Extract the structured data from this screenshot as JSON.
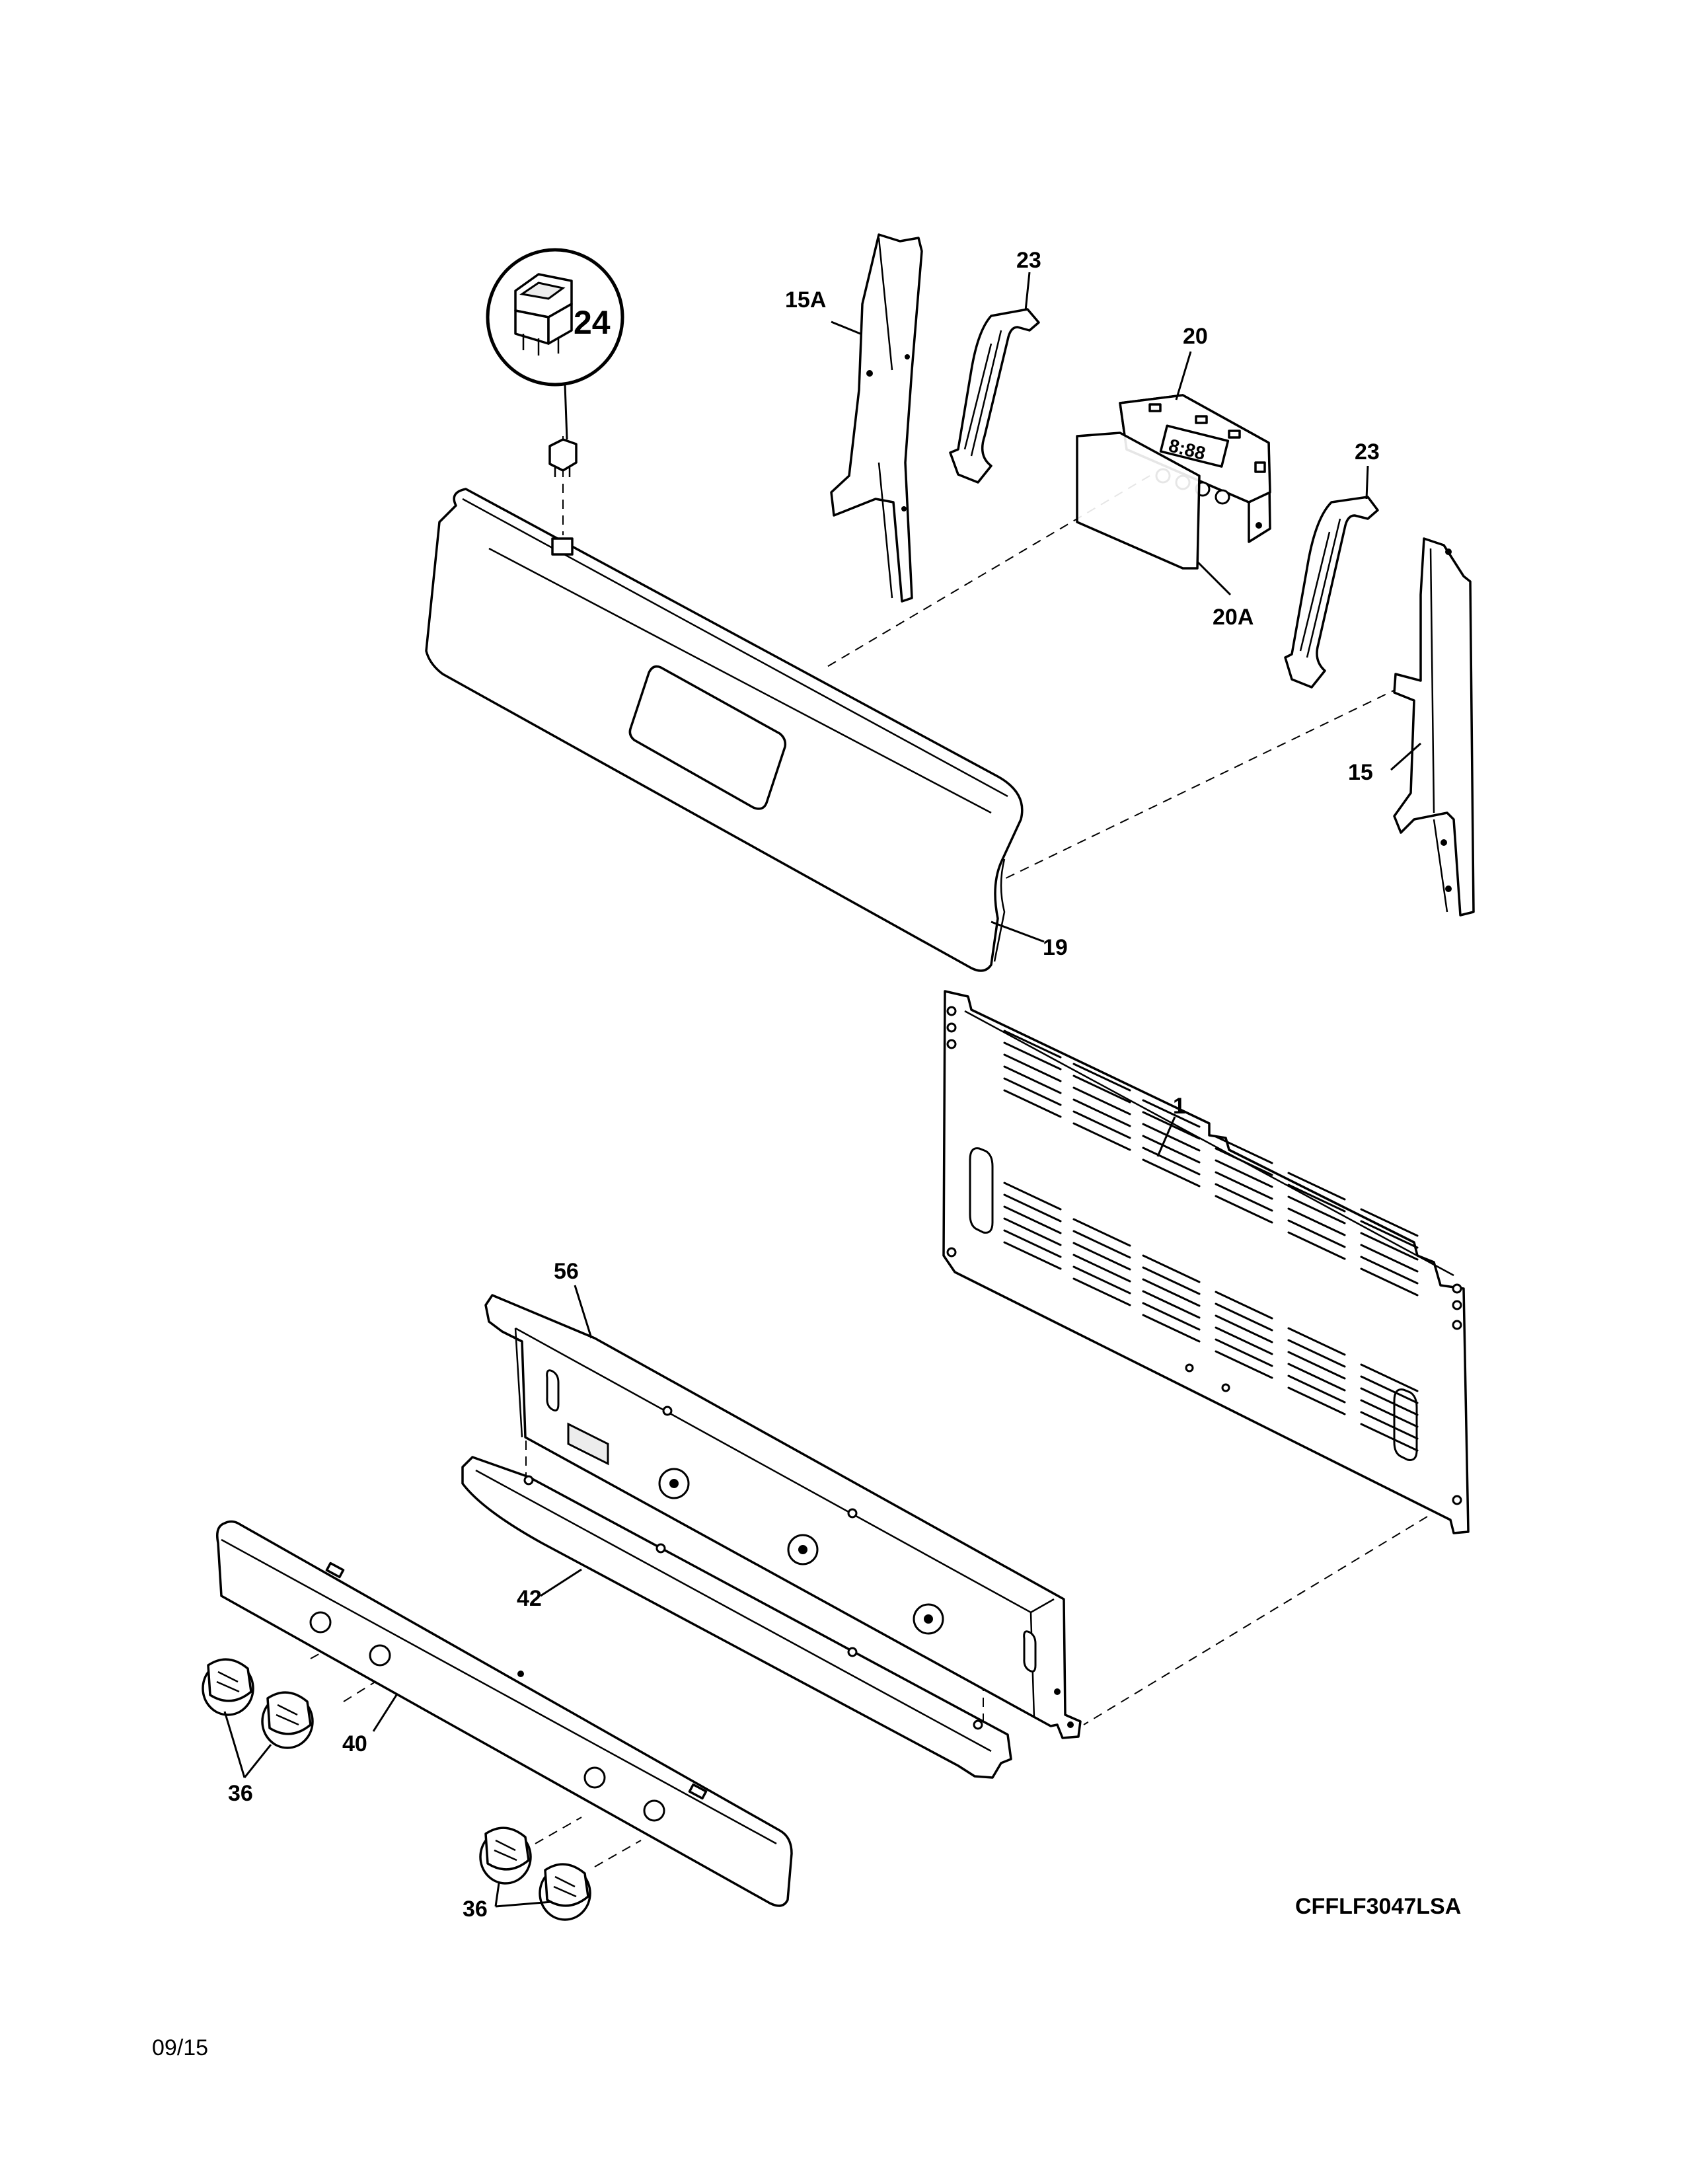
{
  "diagram": {
    "model_number": "CFFLF3047LSA",
    "revision_date": "09/15",
    "callouts": {
      "p24": "24",
      "p15A": "15A",
      "p23_left": "23",
      "p20": "20",
      "p23_right": "23",
      "p20A": "20A",
      "p15": "15",
      "p19": "19",
      "p1": "1",
      "p56": "56",
      "p42": "42",
      "p40": "40",
      "p36_left": "36",
      "p36_right": "36"
    }
  }
}
